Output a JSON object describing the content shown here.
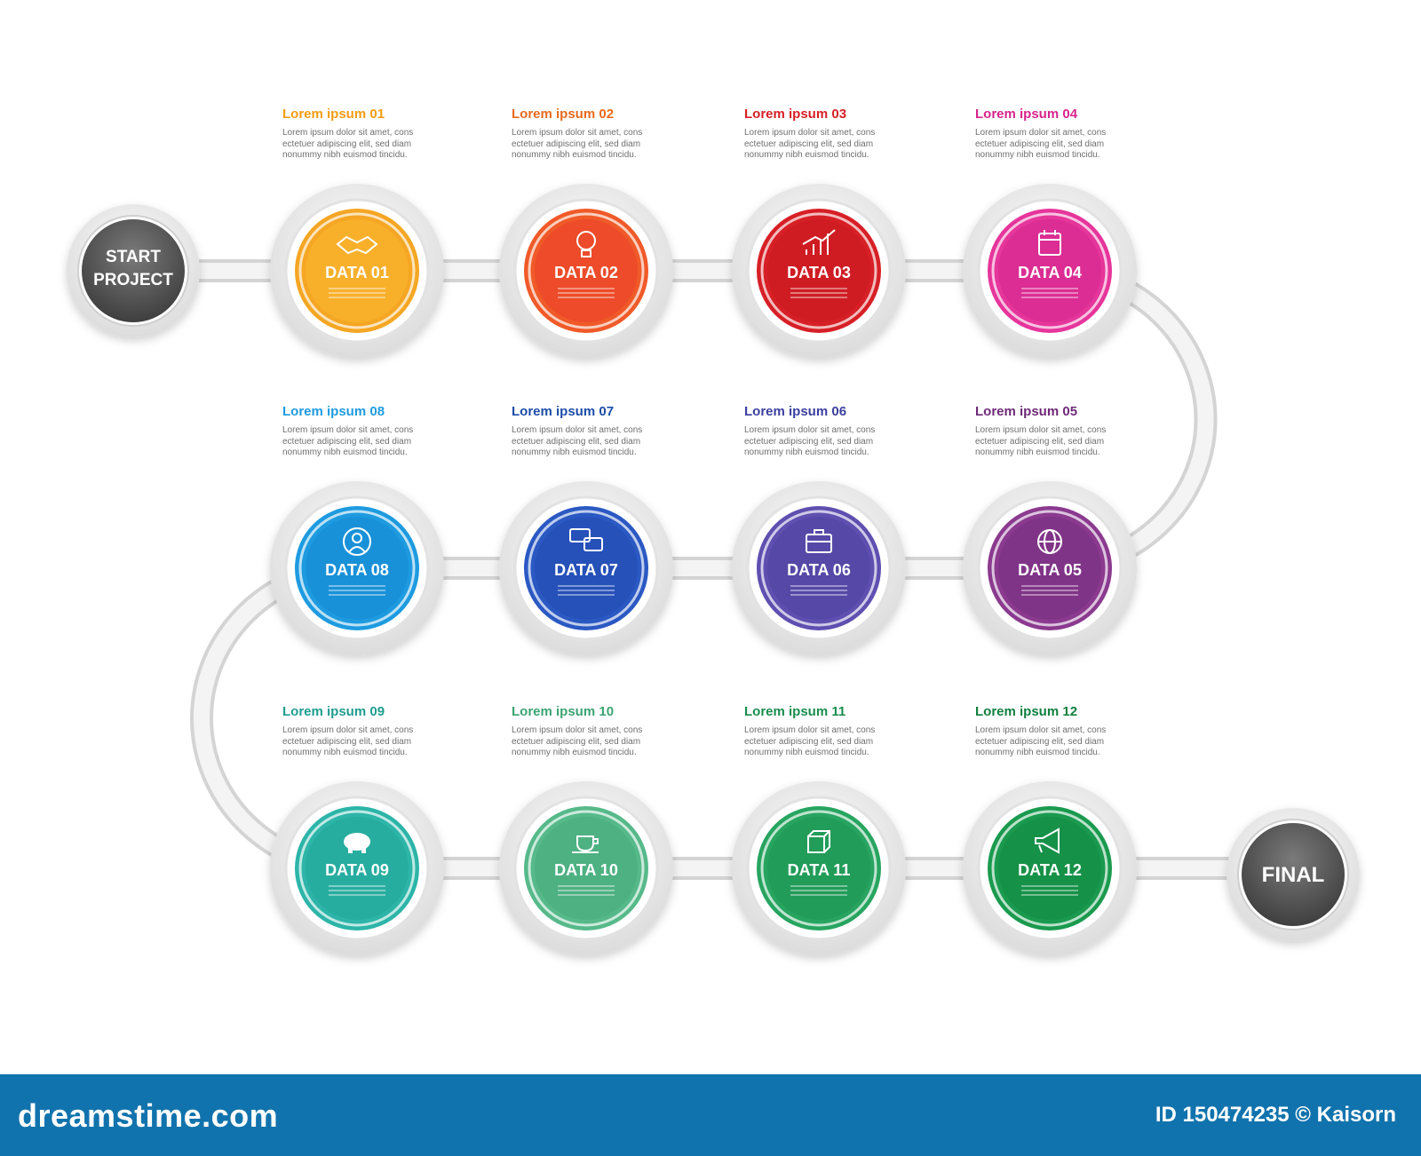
{
  "start": {
    "line1": "START",
    "line2": "PROJECT"
  },
  "final": {
    "label": "FINAL"
  },
  "steps": [
    {
      "title": "Lorem ipsum 01",
      "label": "DATA 01",
      "color": "#f5a623",
      "color2": "#ffc43d",
      "icon": "handshake-icon"
    },
    {
      "title": "Lorem ipsum 02",
      "label": "DATA 02",
      "color": "#f05a28",
      "color2": "#e8302a",
      "icon": "lightbulb-icon"
    },
    {
      "title": "Lorem ipsum 03",
      "label": "DATA 03",
      "color": "#d71f26",
      "color2": "#c0161f",
      "icon": "chart-growth-icon"
    },
    {
      "title": "Lorem ipsum 04",
      "label": "DATA 04",
      "color": "#e6359b",
      "color2": "#c71f84",
      "icon": "calendar-icon"
    },
    {
      "title": "Lorem ipsum 05",
      "label": "DATA 05",
      "color": "#8b3a8f",
      "color2": "#6e2a78",
      "icon": "globe-icon"
    },
    {
      "title": "Lorem ipsum 06",
      "label": "DATA 06",
      "color": "#5f4fb0",
      "color2": "#473b97",
      "icon": "briefcase-icon"
    },
    {
      "title": "Lorem ipsum 07",
      "label": "DATA 07",
      "color": "#2b59c3",
      "color2": "#1e43a6",
      "icon": "chat-icon"
    },
    {
      "title": "Lorem ipsum 08",
      "label": "DATA 08",
      "color": "#1e9be0",
      "color2": "#117fc8",
      "icon": "businessman-icon"
    },
    {
      "title": "Lorem ipsum 09",
      "label": "DATA 09",
      "color": "#2cb5a8",
      "color2": "#1f9d90",
      "icon": "piggy-bank-icon"
    },
    {
      "title": "Lorem ipsum 10",
      "label": "DATA 10",
      "color": "#56b98a",
      "color2": "#3ca373",
      "icon": "coffee-cup-icon"
    },
    {
      "title": "Lorem ipsum 11",
      "label": "DATA 11",
      "color": "#27a560",
      "color2": "#1a8d4d",
      "icon": "cube-icon"
    },
    {
      "title": "Lorem ipsum 12",
      "label": "DATA 12",
      "color": "#1a9a4e",
      "color2": "#128040",
      "icon": "megaphone-icon"
    }
  ],
  "title_colors": [
    "#f39c12",
    "#e86a1e",
    "#d71f26",
    "#d6248c",
    "#6e2a78",
    "#3b3f9e",
    "#1e4da8",
    "#1e9be0",
    "#1f9d90",
    "#3ca373",
    "#1a8d4d",
    "#128040"
  ],
  "body_text": "Lorem ipsum dolor sit amet, cons\nectetuer adipiscing elit, sed diam\nnonummy nibh euismod tincidu.",
  "footer": {
    "brand": "dreamstime.com",
    "credit": "ID 150474235 © Kaisorn"
  }
}
